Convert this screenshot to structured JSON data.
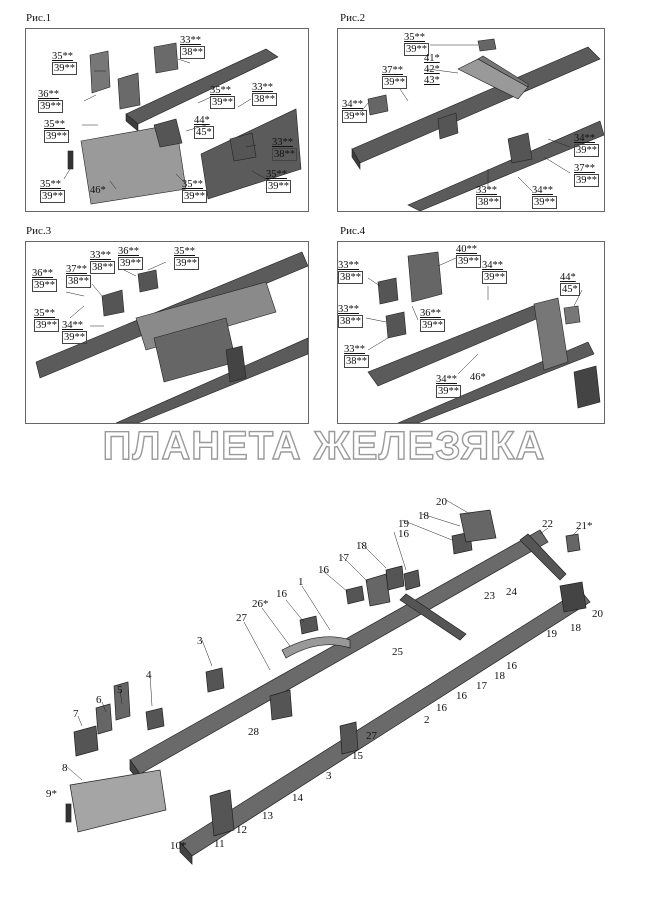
{
  "watermark": "ПЛАНЕТА ЖЕЛЕЗЯКА",
  "figures": [
    {
      "id": "fig1",
      "title": "Рис.1",
      "labels": [
        {
          "top": "35**",
          "bot": "39**"
        },
        {
          "top": "33**",
          "bot": "38**"
        },
        {
          "top": "36**",
          "bot": "39**"
        },
        {
          "top": "35**",
          "bot": "39**"
        },
        {
          "top": "33**",
          "bot": "38**"
        },
        {
          "top": "35**",
          "bot": "39**"
        },
        {
          "top": "44*",
          "bot": "45*"
        },
        {
          "top": "33**",
          "bot": "38**"
        },
        {
          "top": "35**",
          "bot": "39**"
        },
        {
          "top": "35**",
          "bot": "39**"
        },
        {
          "top": "35**",
          "bot": "39**"
        }
      ],
      "single": "46*"
    },
    {
      "id": "fig2",
      "title": "Рис.2",
      "labels": [
        {
          "top": "35**",
          "bot": "39**"
        },
        {
          "top": "37**",
          "bot": "39**"
        },
        {
          "top": "34**",
          "bot": "39**"
        },
        {
          "top": "34**",
          "bot": "39**"
        },
        {
          "top": "37**",
          "bot": "39**"
        },
        {
          "top": "33**",
          "bot": "38**"
        },
        {
          "top": "34**",
          "bot": "39**"
        }
      ],
      "stack": [
        "41*",
        "42*",
        "43*"
      ]
    },
    {
      "id": "fig3",
      "title": "Рис.3",
      "labels": [
        {
          "top": "33**",
          "bot": "38**"
        },
        {
          "top": "36**",
          "bot": "39**"
        },
        {
          "top": "35**",
          "bot": "39**"
        },
        {
          "top": "36**",
          "bot": "39**"
        },
        {
          "top": "37**",
          "bot": "38**"
        },
        {
          "top": "35**",
          "bot": "39**"
        },
        {
          "top": "34**",
          "bot": "39**"
        }
      ]
    },
    {
      "id": "fig4",
      "title": "Рис.4",
      "labels": [
        {
          "top": "40**",
          "bot": "39**"
        },
        {
          "top": "33**",
          "bot": "38**"
        },
        {
          "top": "34**",
          "bot": "39**"
        },
        {
          "top": "44*",
          "bot": "45*"
        },
        {
          "top": "33**",
          "bot": "38**"
        },
        {
          "top": "36**",
          "bot": "39**"
        },
        {
          "top": "33**",
          "bot": "38**"
        },
        {
          "top": "34**",
          "bot": "39**"
        }
      ],
      "single": "46*"
    }
  ],
  "main_callouts": [
    "1",
    "2",
    "3",
    "3",
    "4",
    "5",
    "6",
    "7",
    "8",
    "9*",
    "10*",
    "11",
    "12",
    "13",
    "14",
    "15",
    "16",
    "16",
    "16",
    "16",
    "16",
    "16",
    "17",
    "17",
    "18",
    "18",
    "18",
    "18",
    "19",
    "19",
    "20",
    "20",
    "21*",
    "22",
    "23",
    "24",
    "25",
    "26*",
    "27",
    "27",
    "28"
  ]
}
